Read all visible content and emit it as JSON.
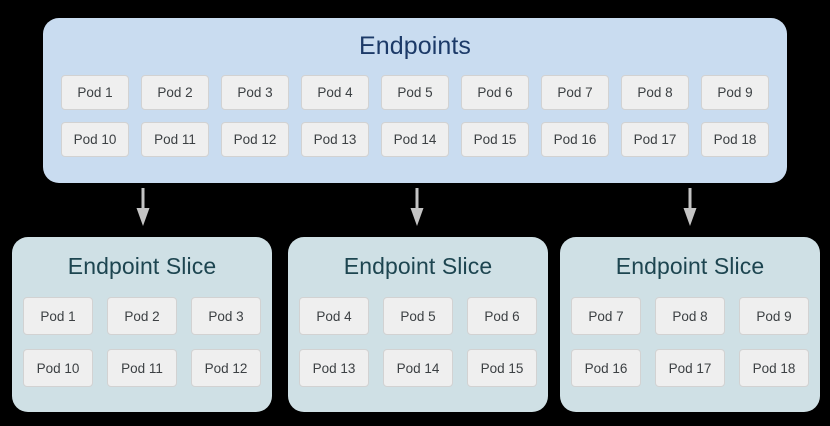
{
  "diagram": {
    "endpoints": {
      "title": "Endpoints",
      "title_color": "#1c3a68",
      "panel_color": "#c9dcf0",
      "rows": [
        [
          "Pod 1",
          "Pod 2",
          "Pod 3",
          "Pod 4",
          "Pod 5",
          "Pod 6",
          "Pod 7",
          "Pod 8",
          "Pod 9"
        ],
        [
          "Pod 10",
          "Pod 11",
          "Pod 12",
          "Pod 13",
          "Pod 14",
          "Pod 15",
          "Pod 16",
          "Pod 17",
          "Pod 18"
        ]
      ]
    },
    "arrows": [
      {
        "name": "arrow-to-slice-1"
      },
      {
        "name": "arrow-to-slice-2"
      },
      {
        "name": "arrow-to-slice-3"
      }
    ],
    "arrow_color": "#c4c4c4",
    "slices": [
      {
        "title": "Endpoint Slice",
        "rows": [
          [
            "Pod 1",
            "Pod 2",
            "Pod 3"
          ],
          [
            "Pod 10",
            "Pod 11",
            "Pod 12"
          ]
        ]
      },
      {
        "title": "Endpoint Slice",
        "rows": [
          [
            "Pod 4",
            "Pod 5",
            "Pod 6"
          ],
          [
            "Pod 13",
            "Pod 14",
            "Pod 15"
          ]
        ]
      },
      {
        "title": "Endpoint Slice",
        "rows": [
          [
            "Pod 7",
            "Pod 8",
            "Pod 9"
          ],
          [
            "Pod 16",
            "Pod 17",
            "Pod 18"
          ]
        ]
      }
    ],
    "slice_panel_color": "#cfe0e5",
    "slice_title_color": "#1d4550",
    "pod_bg_color": "#efefef",
    "pod_border_color": "#d2d2d2",
    "pod_text_color": "#3c4043"
  }
}
